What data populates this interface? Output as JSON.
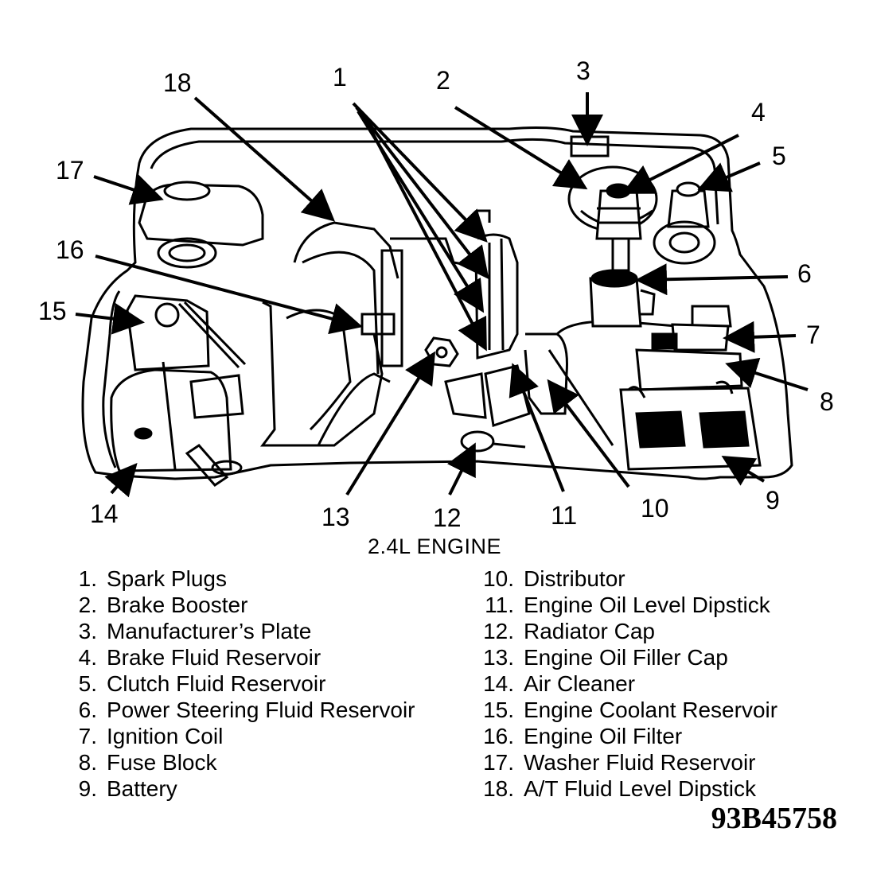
{
  "caption": "2.4L ENGINE",
  "figure_id": "93B45758",
  "callouts": [
    "1",
    "2",
    "3",
    "4",
    "5",
    "6",
    "7",
    "8",
    "9",
    "10",
    "11",
    "12",
    "13",
    "14",
    "15",
    "16",
    "17",
    "18"
  ],
  "legend": [
    {
      "num": "1.",
      "label": "Spark Plugs"
    },
    {
      "num": "2.",
      "label": "Brake Booster"
    },
    {
      "num": "3.",
      "label": "Manufacturer’s Plate"
    },
    {
      "num": "4.",
      "label": "Brake Fluid Reservoir"
    },
    {
      "num": "5.",
      "label": "Clutch Fluid Reservoir"
    },
    {
      "num": "6.",
      "label": "Power Steering Fluid Reservoir"
    },
    {
      "num": "7.",
      "label": "Ignition Coil"
    },
    {
      "num": "8.",
      "label": "Fuse Block"
    },
    {
      "num": "9.",
      "label": "Battery"
    },
    {
      "num": "10.",
      "label": "Distributor"
    },
    {
      "num": "11.",
      "label": "Engine Oil Level Dipstick"
    },
    {
      "num": "12.",
      "label": "Radiator Cap"
    },
    {
      "num": "13.",
      "label": "Engine Oil Filler Cap"
    },
    {
      "num": "14.",
      "label": "Air Cleaner"
    },
    {
      "num": "15.",
      "label": "Engine Coolant Reservoir"
    },
    {
      "num": "16.",
      "label": "Engine Oil Filter"
    },
    {
      "num": "17.",
      "label": "Washer Fluid Reservoir"
    },
    {
      "num": "18.",
      "label": "A/T Fluid Level Dipstick"
    }
  ]
}
